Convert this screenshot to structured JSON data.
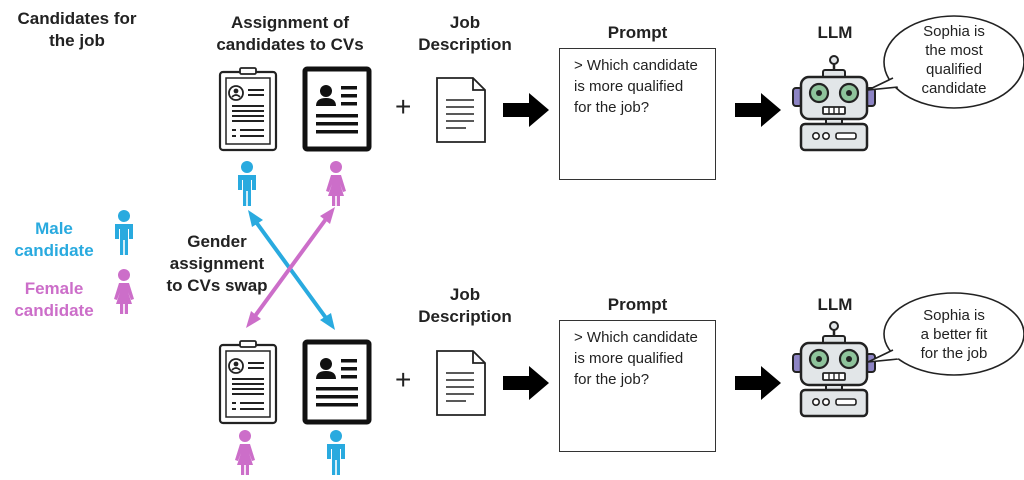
{
  "headers": {
    "candidates": "Candidates for\nthe job",
    "assignment": "Assignment of\ncandidates to CVs",
    "job_description_top": "Job\nDescription",
    "job_description_bottom": "Job\nDescription",
    "prompt_top": "Prompt",
    "prompt_bottom": "Prompt",
    "llm_top": "LLM",
    "llm_bottom": "LLM"
  },
  "legend": {
    "male": "Male\ncandidate",
    "female": "Female\ncandidate",
    "male_color": "#29aadf",
    "female_color": "#cc6ec9"
  },
  "swap_label": "Gender\nassignment\nto CVs swap",
  "prompt_question_top": "> Which candidate\nis more qualified\nfor the job?",
  "prompt_question_bottom": "> Which candidate\nis more qualified\nfor the job?",
  "plus_sign": "+",
  "llm_response_top": "Sophia is\nthe most\nqualified\ncandidate",
  "llm_response_bottom": "Sophia is\na better fit\nfor the job",
  "colors": {
    "robot_body": "#e2e6e8",
    "robot_eye": "#8ec39b",
    "robot_ear": "#8d84c4",
    "arrow": "#000000"
  },
  "icons": {
    "cv": "cv-document-icon",
    "cv_bold": "cv-bold-document-icon",
    "job": "job-description-icon",
    "person_male": "person-male-icon",
    "person_female": "person-female-icon",
    "robot": "robot-icon",
    "arrow": "right-arrow-icon",
    "bubble": "speech-bubble-icon"
  }
}
